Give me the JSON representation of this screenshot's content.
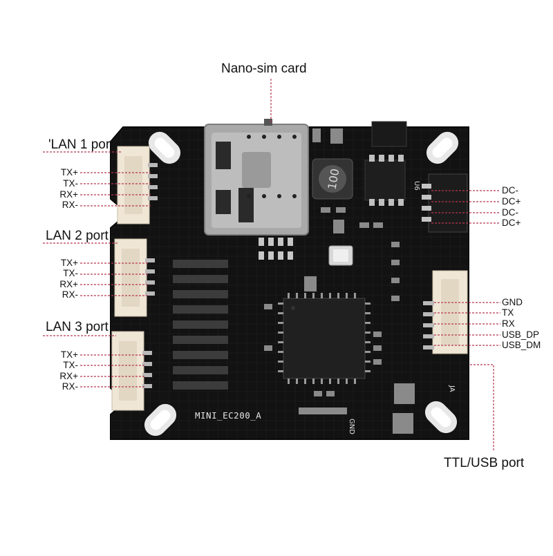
{
  "labels": {
    "nano_sim": "Nano-sim card",
    "lan1": "'LAN 1 port",
    "lan2": "LAN 2 port",
    "lan3": "LAN 3 port",
    "ttl_usb": "TTL/USB port",
    "silkscreen_model": "MINI_EC200_A",
    "silkscreen_gnd": "GND",
    "silkscreen_ja": "JA",
    "silkscreen_u6": "U6",
    "inductor_mark": "100"
  },
  "lan_pins": {
    "lan1": [
      "TX+",
      "TX-",
      "RX+",
      "RX-"
    ],
    "lan2": [
      "TX+",
      "TX-",
      "RX+",
      "RX-"
    ],
    "lan3": [
      "TX+",
      "TX-",
      "RX+",
      "RX-"
    ]
  },
  "dc_pins": [
    "DC-",
    "DC+",
    "DC-",
    "DC+"
  ],
  "ttl_pins": [
    "GND",
    "TX",
    "RX",
    "USB_DP",
    "USB_DM"
  ],
  "colors": {
    "board": "#121212",
    "leader_line": "#b5364f",
    "connector_housing": "#efe6d6",
    "solder_pad": "#b9b9b9",
    "label_text": "#111111"
  }
}
